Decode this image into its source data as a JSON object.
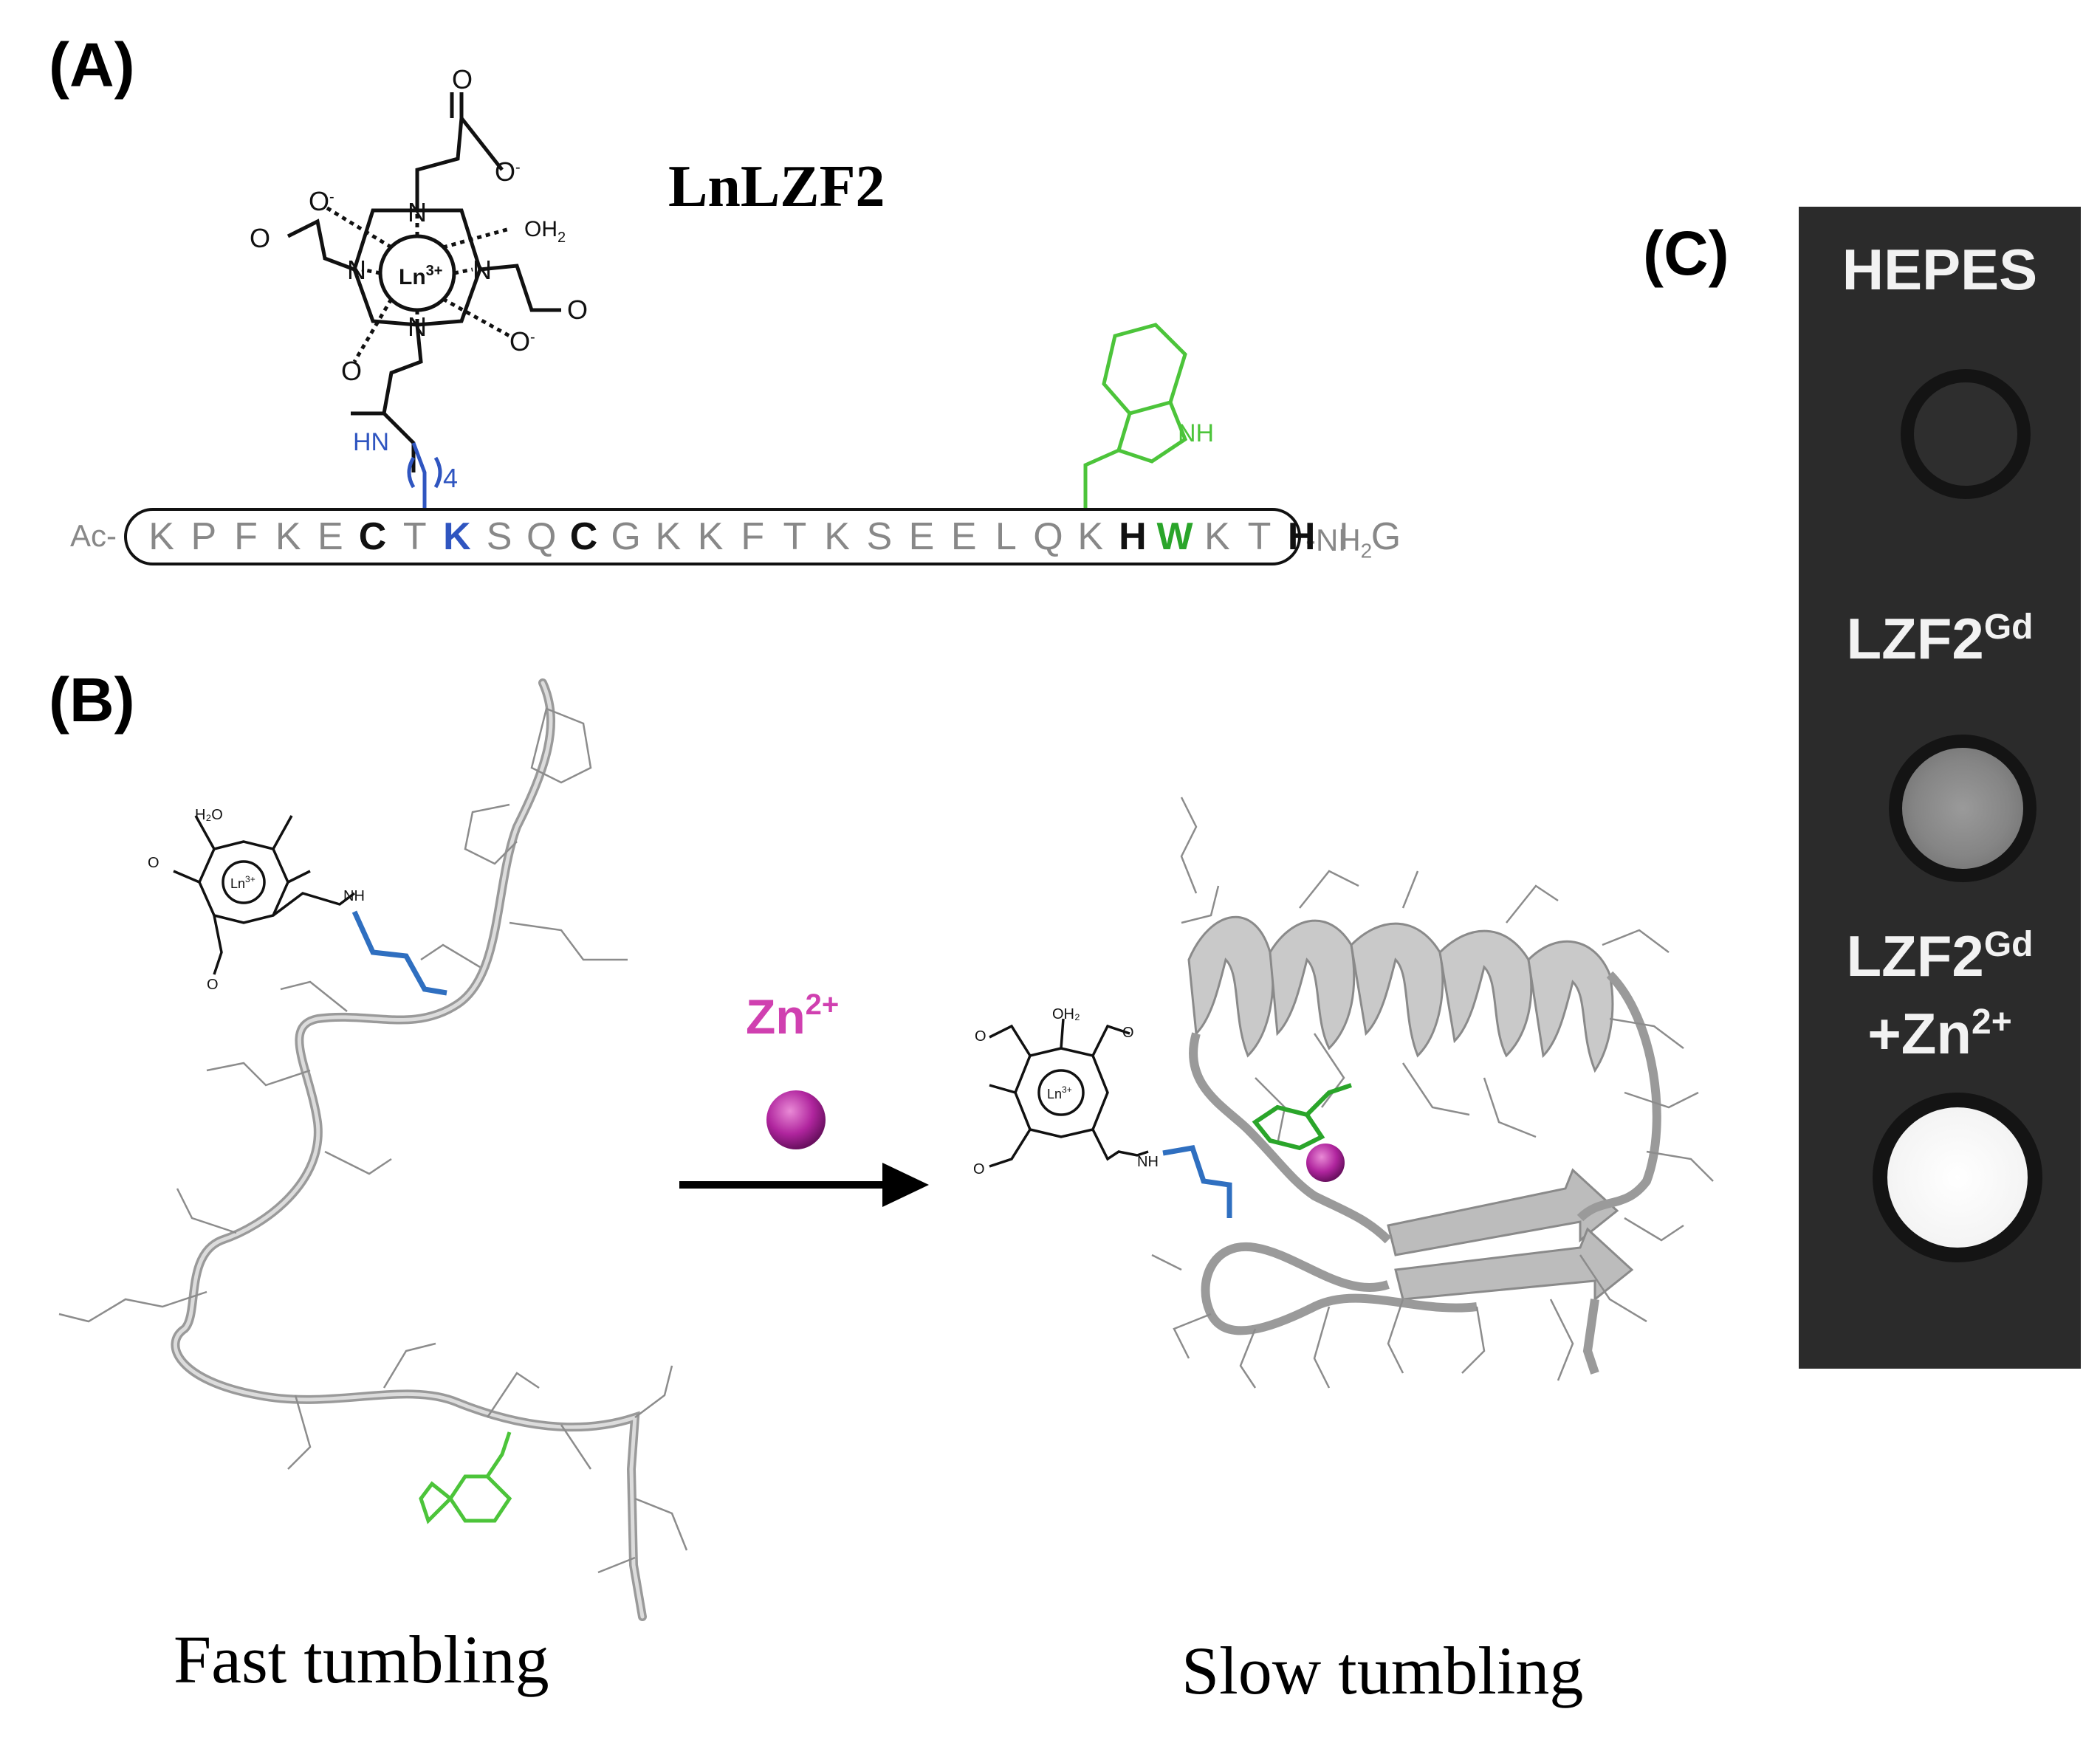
{
  "panels": {
    "a": {
      "label": "(A)",
      "title": "LnLZF2"
    },
    "b": {
      "label": "(B)",
      "left_caption": "Fast tumbling",
      "right_caption": "Slow tumbling",
      "reagent": "Zn2+"
    },
    "c": {
      "label": "(C)"
    }
  },
  "sequence": {
    "prefix": "Ac-",
    "suffix": "-NH2",
    "residues": [
      "K",
      "P",
      "F",
      "K",
      "E",
      "C",
      "T",
      "K",
      "S",
      "Q",
      "C",
      "G",
      "K",
      "K",
      "F",
      "T",
      "K",
      "S",
      "E",
      "E",
      "L",
      "Q",
      "K",
      "H",
      "W",
      "K",
      "T",
      "H",
      "I",
      "G"
    ],
    "colors": [
      "#888",
      "#888",
      "#888",
      "#888",
      "#888",
      "#111",
      "#888",
      "#2f55c0",
      "#888",
      "#888",
      "#111",
      "#888",
      "#888",
      "#888",
      "#888",
      "#888",
      "#888",
      "#888",
      "#888",
      "#888",
      "#888",
      "#888",
      "#888",
      "#111",
      "#2aa52a",
      "#888",
      "#888",
      "#111",
      "#888",
      "#888"
    ],
    "bold": [
      false,
      false,
      false,
      false,
      false,
      true,
      false,
      true,
      false,
      false,
      true,
      false,
      false,
      false,
      false,
      false,
      false,
      false,
      false,
      false,
      false,
      false,
      false,
      true,
      true,
      false,
      false,
      true,
      false,
      false
    ]
  },
  "chemistry": {
    "metal": "Ln3+",
    "water": "OH2",
    "oxygen": "O",
    "nitrogen": "N",
    "amide": "HN",
    "indole_nh": "NH",
    "linker_count": "4"
  },
  "mri": {
    "labels": [
      "HEPES",
      "LZF2Gd",
      "LZF2Gd +Zn2+"
    ],
    "top_label": "HEPES",
    "mid_label_base": "LZF2",
    "mid_label_sup": "Gd",
    "bottom_label_base": "LZF2",
    "bottom_label_sup": "Gd",
    "bottom_label_line2": "+Zn",
    "bottom_label_line2_sup": "2+"
  },
  "colors": {
    "lysine_linker": "#2f6fc0",
    "tryptophan": "#4cc43a",
    "zinc": "#b0259e",
    "reagent_text": "#d040b0",
    "mri_background": "#2b2b2b"
  }
}
